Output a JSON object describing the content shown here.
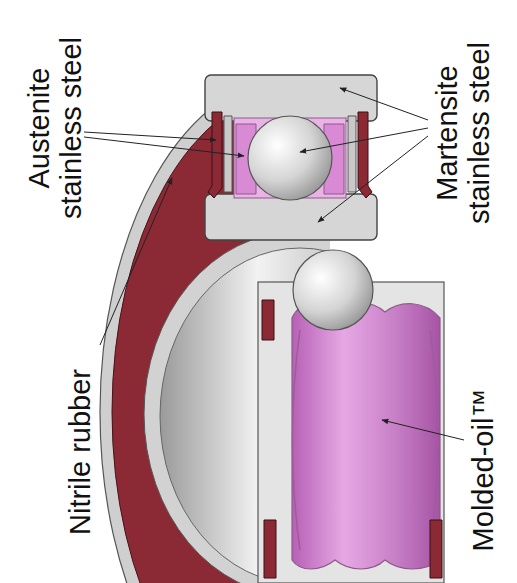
{
  "diagram": {
    "labels": [
      "Austenite stainless steel",
      "Martensite stainless steel",
      "Nitrile rubber",
      "Molded-oil™"
    ]
  }
}
